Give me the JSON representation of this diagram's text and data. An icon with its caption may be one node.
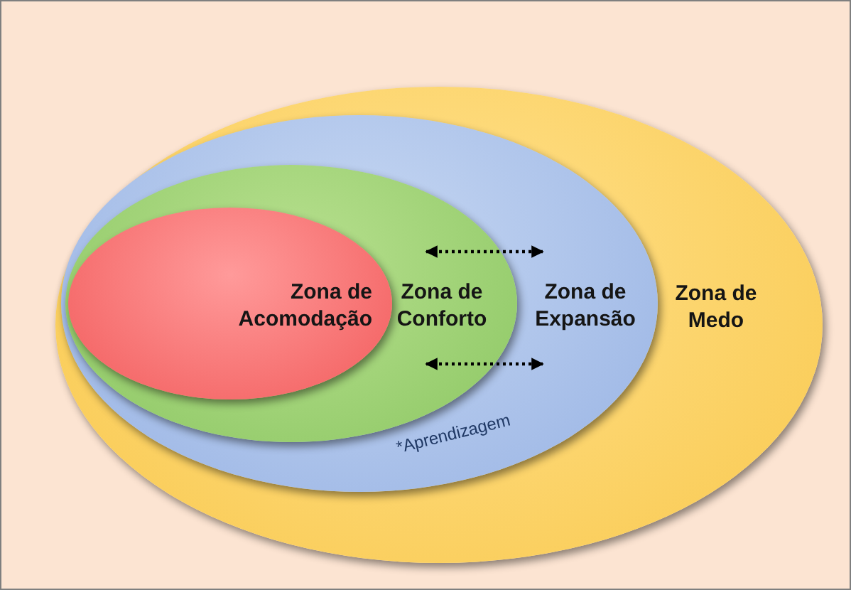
{
  "diagram": {
    "nodes": [
      {
        "text": [
          "Zona de Medo"
        ]
      },
      {
        "text": [
          "Zona de Expansão"
        ],
        "in": 0
      },
      {
        "text": [
          "Zona de Conforto"
        ],
        "in": 1
      },
      {
        "text": [
          "Zona de Acomodação"
        ],
        "in": 2
      }
    ],
    "labels": [
      "*Aprendizagem"
    ]
  }
}
